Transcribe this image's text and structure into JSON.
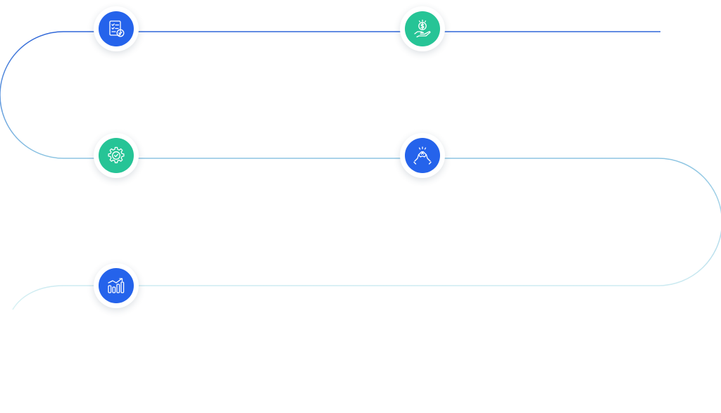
{
  "colors": {
    "blue": "#2563eb",
    "green": "#26c496",
    "path_start": "#2f66d8",
    "path_mid": "#8cc4e2",
    "path_end": "#d9f2f4",
    "icon_stroke": "#ffffff"
  },
  "steps": [
    {
      "icon": "document-checklist-icon",
      "color": "blue"
    },
    {
      "icon": "hand-holding-dollar-icon",
      "color": "green"
    },
    {
      "icon": "gear-check-icon",
      "color": "green"
    },
    {
      "icon": "high-five-hands-icon",
      "color": "blue"
    },
    {
      "icon": "growth-bar-chart-icon",
      "color": "blue"
    }
  ]
}
